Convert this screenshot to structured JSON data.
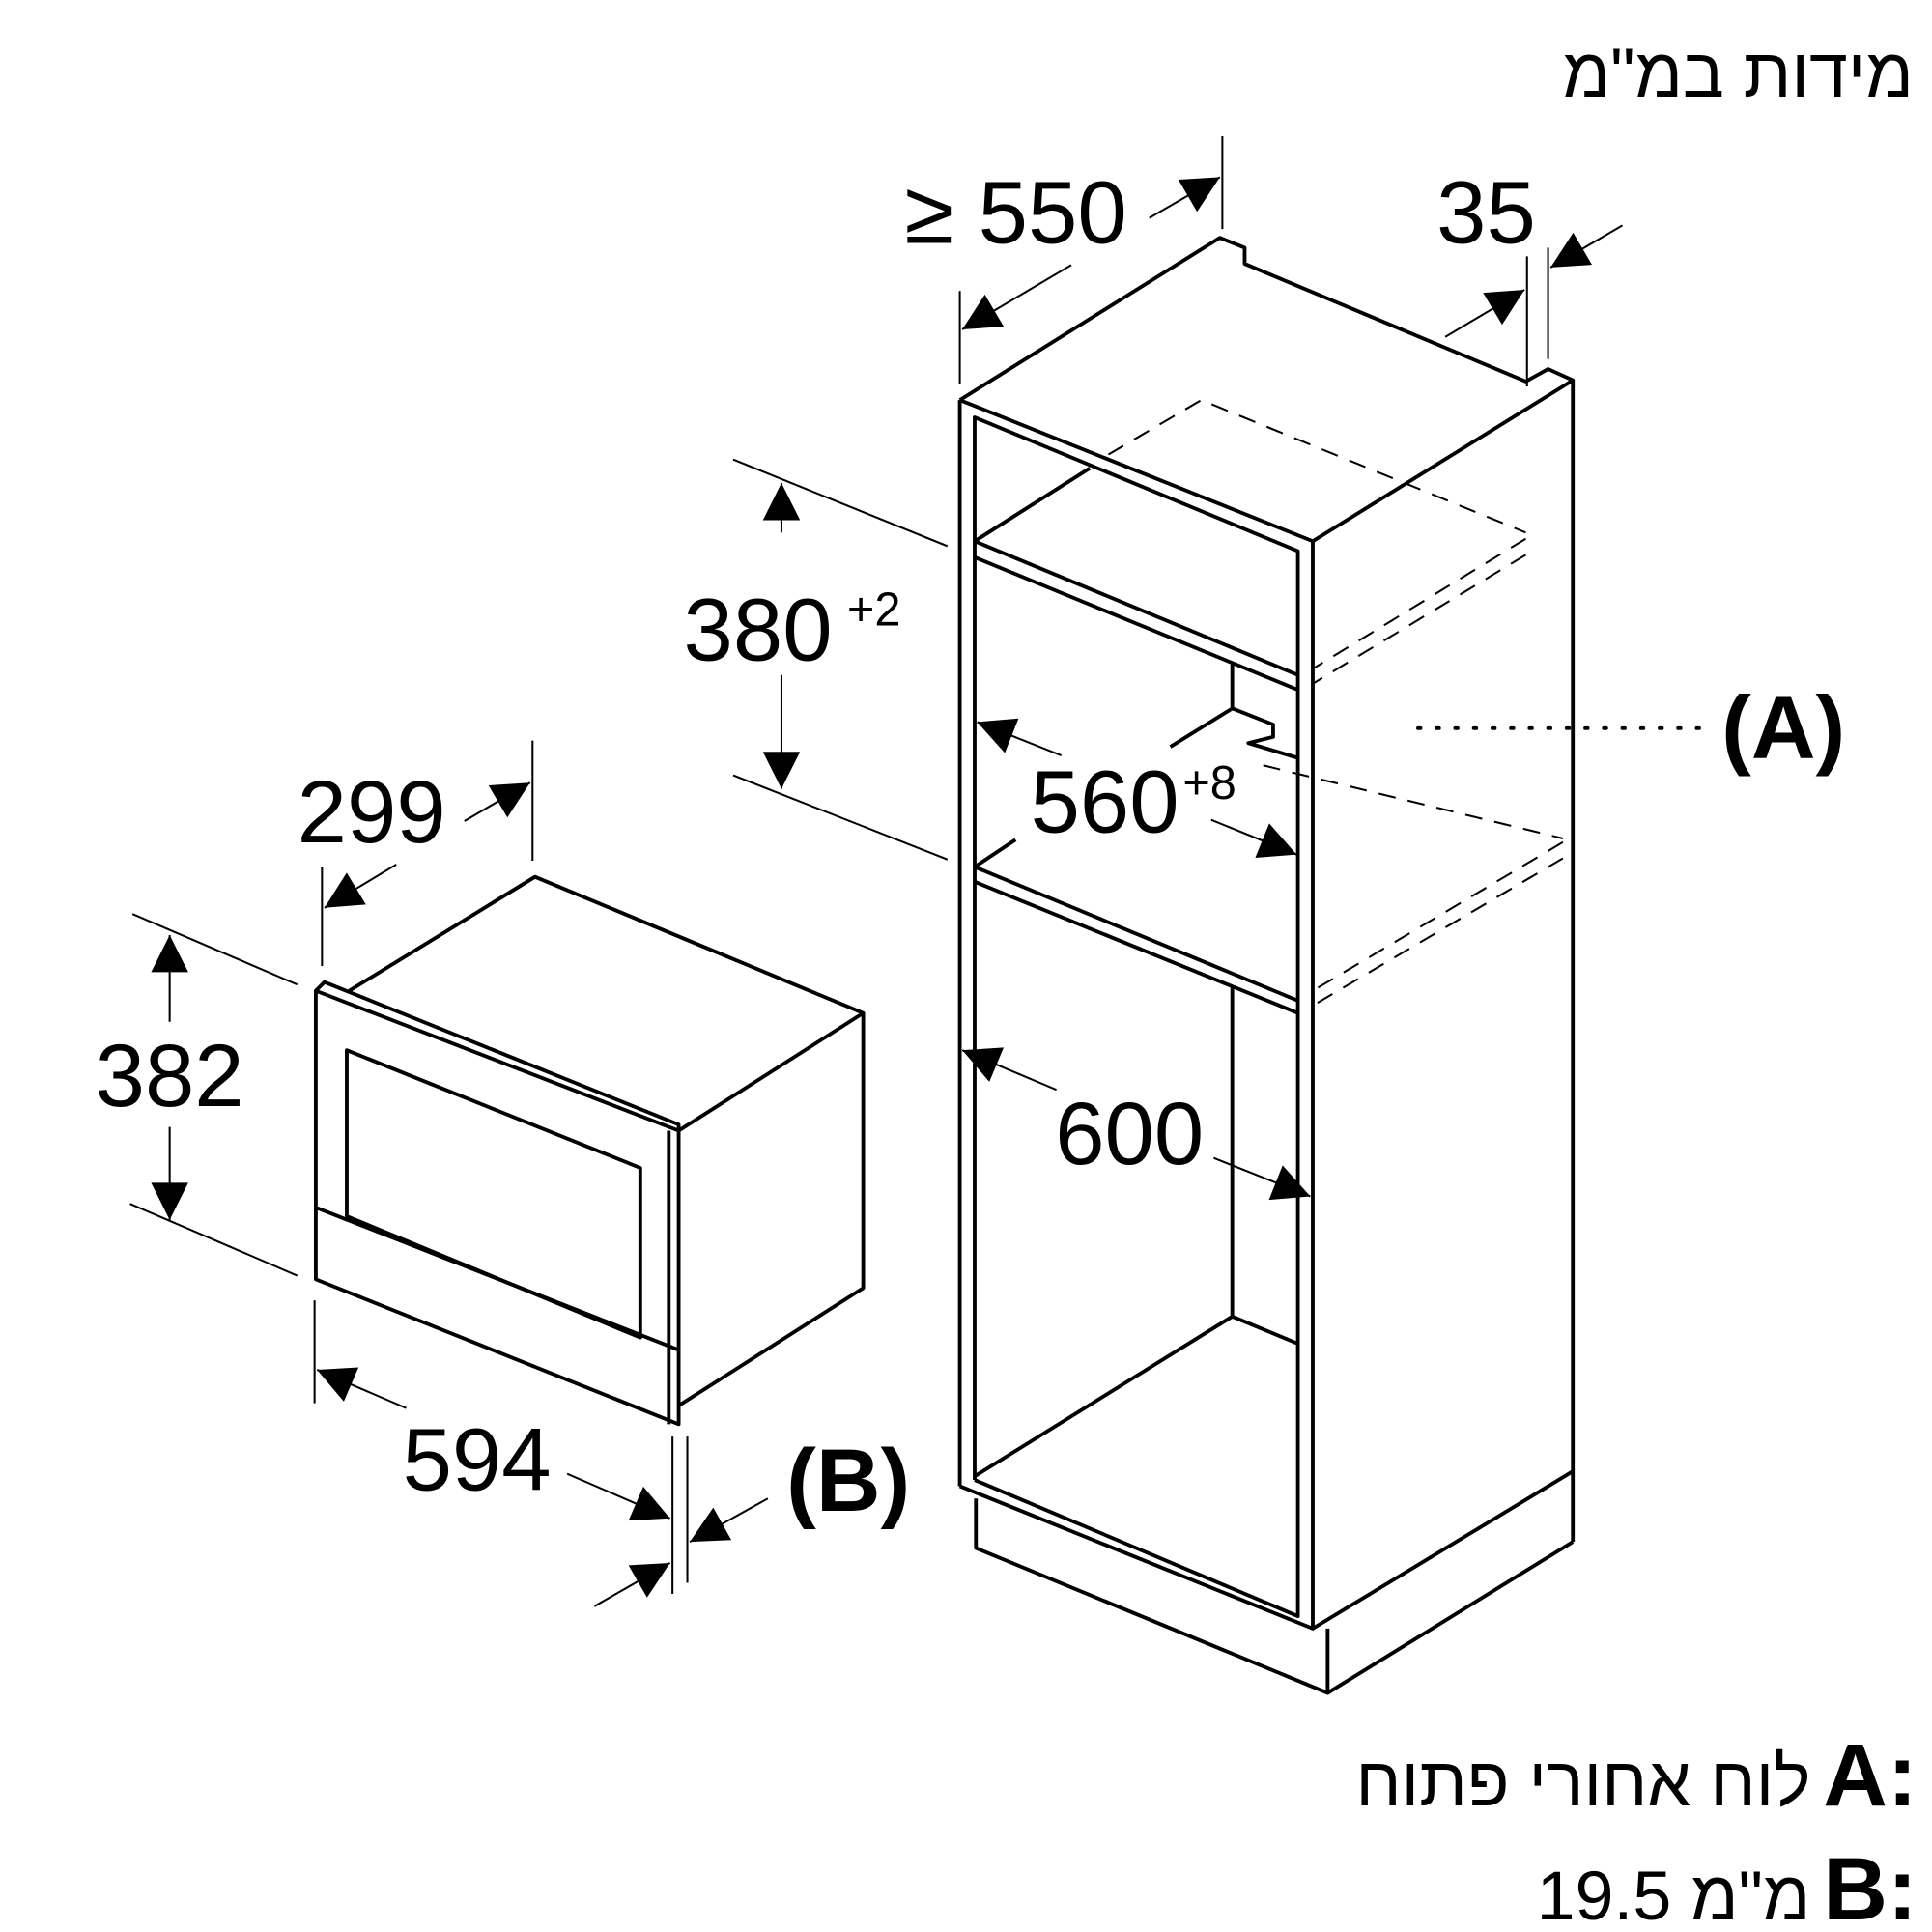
{
  "title": "מידות במ\"מ",
  "cabinet": {
    "depth": "≥ 550",
    "back_gap": "35",
    "niche_height": "380",
    "niche_height_tol": "+2",
    "niche_width": "560",
    "niche_width_tol": "+8",
    "cabinet_width": "600",
    "back_panel_label": "(A)"
  },
  "appliance": {
    "depth": "299",
    "height": "382",
    "width": "594",
    "front_label": "(B)"
  },
  "legend": [
    {
      "key": "A:",
      "text": "לוח אחורי פתוח"
    },
    {
      "key": "B:",
      "text": "19.5 מ\"מ"
    }
  ]
}
